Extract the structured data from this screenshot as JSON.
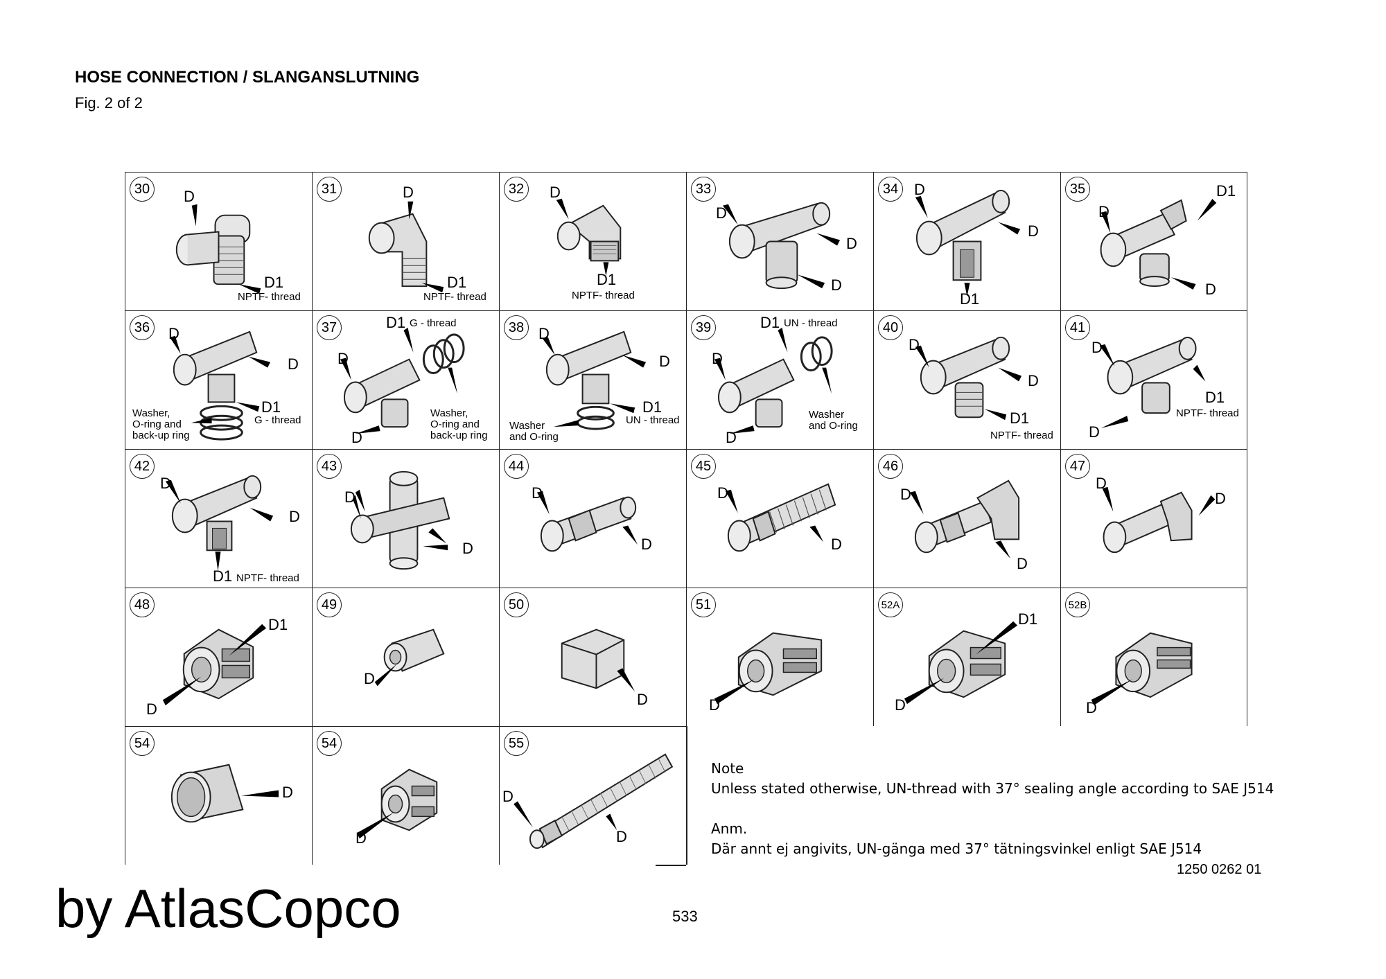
{
  "header": {
    "title": "HOSE CONNECTION / SLANGANSLUTNING",
    "subtitle": "Fig. 2 of 2"
  },
  "labels": {
    "d": "D",
    "d1": "D1",
    "nptf_thread": "NPTF- thread",
    "g_thread": "G - thread",
    "un_thread": "UN - thread",
    "washer_oring_backup": "Washer,\nO-ring and\nback-up ring",
    "washer_oring": "Washer\nand O-ring"
  },
  "parts": {
    "p30": "30",
    "p31": "31",
    "p32": "32",
    "p33": "33",
    "p34": "34",
    "p35": "35",
    "p36": "36",
    "p37": "37",
    "p38": "38",
    "p39": "39",
    "p40": "40",
    "p41": "41",
    "p42": "42",
    "p43": "43",
    "p44": "44",
    "p45": "45",
    "p46": "46",
    "p47": "47",
    "p48": "48",
    "p49": "49",
    "p50": "50",
    "p51": "51",
    "p52a": "52A",
    "p52b": "52B",
    "p54a": "54",
    "p54b": "54",
    "p55": "55"
  },
  "note": {
    "heading": "Note",
    "text": "Unless stated otherwise, UN-thread with 37° sealing angle according to SAE J514",
    "heading_sv": "Anm.",
    "text_sv": "Där annt ej angivits, UN-gänga med 37° tätningsvinkel enligt SAE J514"
  },
  "doc_code": "1250 0262 01",
  "brand": "by AtlasCopco",
  "page_number": "533"
}
